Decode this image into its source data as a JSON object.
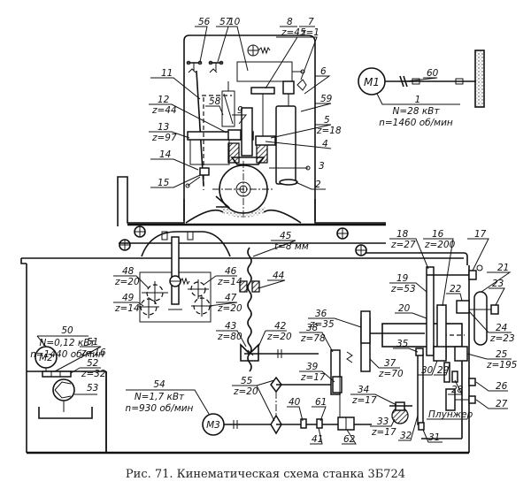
{
  "caption": "Рис. 71. Кинематическая схема станка 3Б724",
  "motors": [
    {
      "id": "M1",
      "label": "M1",
      "ref": "1",
      "power": "N=28 кВт",
      "speed": "n=1460 об/мин"
    },
    {
      "id": "M2",
      "label": "M2",
      "ref": "50",
      "power": "N=0,12 кВт",
      "speed": "n=1440 об/мин"
    },
    {
      "id": "M3",
      "label": "M3",
      "ref": "54",
      "power": "N=1,7 кВт",
      "speed": "n=930 об/мин"
    }
  ],
  "parts": {
    "p2": "2",
    "p3": "3",
    "p4": "4",
    "p5": "5",
    "p5z": "z=18",
    "p6": "6",
    "p7": "7",
    "p7z": "z=1",
    "p8": "8",
    "p8z": "z=45",
    "p9": "9",
    "p10": "10",
    "p11": "11",
    "p12": "12",
    "p12z": "z=44",
    "p13": "13",
    "p13z": "z=97",
    "p14": "14",
    "p15": "15",
    "p16": "16",
    "p16z": "z=200",
    "p17": "17",
    "p18": "18",
    "p18z": "z=27",
    "p19": "19",
    "p19z": "z=53",
    "p20": "20",
    "p21": "21",
    "p22": "22",
    "p23": "23",
    "p24": "24",
    "p24z": "z=23",
    "p25": "25",
    "p25z": "z=195",
    "p26": "26",
    "p27": "27",
    "p28": "28",
    "p29": "29",
    "p30": "30",
    "p31": "31",
    "p32": "32",
    "p33": "33",
    "p33z": "z=17",
    "p34": "34",
    "p34z": "z=17",
    "p35": "35",
    "p36": "36",
    "p36z": "z=35",
    "p37": "37",
    "p37z": "z=70",
    "p38": "38",
    "p38z": "z=78",
    "p39": "39",
    "p39z": "z=17",
    "p40": "40",
    "p41": "41",
    "p42": "42",
    "p42z": "z=20",
    "p43": "43",
    "p43z": "z=80",
    "p44": "44",
    "p45": "45",
    "p45t": "t=8 мм",
    "p46": "46",
    "p46z": "z=14",
    "p47": "47",
    "p47z": "z=20",
    "p48": "48",
    "p48z": "z=20",
    "p49": "49",
    "p49z": "z=14",
    "p51": "51",
    "p51z": "z=16",
    "p52": "52",
    "p52z": "z=32",
    "p53": "53",
    "p55": "55",
    "p55z": "z=20",
    "p56": "56",
    "p57": "57",
    "p58": "58",
    "p59": "59",
    "p60": "60",
    "p61": "61",
    "p62": "62"
  },
  "annotations": {
    "plunger": "Плунжер"
  }
}
